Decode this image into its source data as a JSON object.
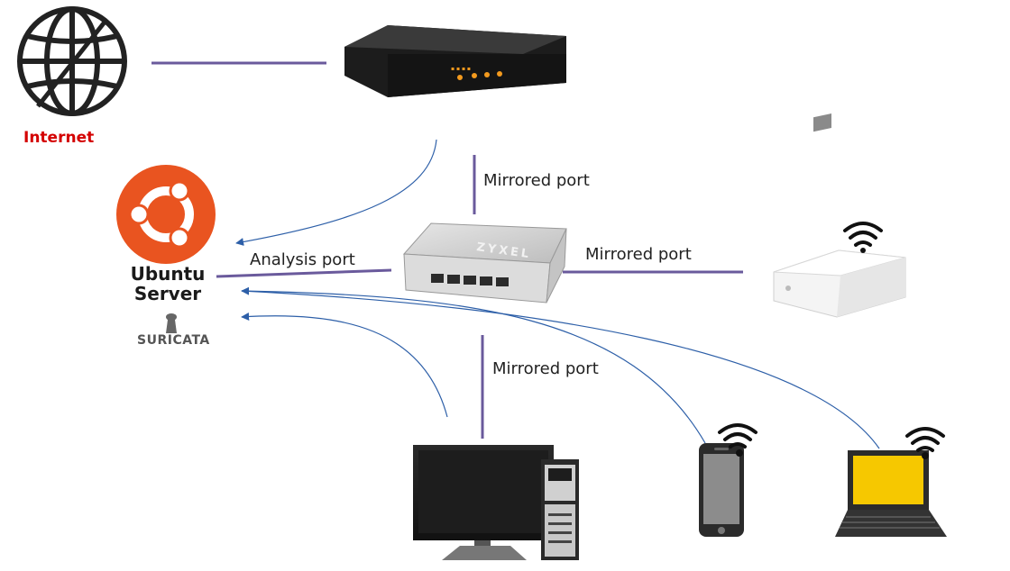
{
  "internet": {
    "label": "Internet"
  },
  "server": {
    "line1": "Ubuntu",
    "line2": "Server",
    "ids": "SURICATA"
  },
  "switch": {
    "brand": "ZYXEL"
  },
  "ports": {
    "top": "Mirrored port",
    "right": "Mirrored port",
    "bottom": "Mirrored port",
    "analysis": "Analysis port"
  },
  "colors": {
    "link": "#6a5a9c",
    "traffic": "#2d5fa8",
    "internet_text": "#d40000",
    "ubuntu_orange": "#e95420"
  },
  "icons": {
    "internet": "globe-icon",
    "router": "router-icon",
    "switch": "network-switch-icon",
    "access_point": "wireless-access-point-icon",
    "desktop": "desktop-computer-icon",
    "phone": "smartphone-icon",
    "laptop": "laptop-icon",
    "wifi": "wifi-icon"
  }
}
